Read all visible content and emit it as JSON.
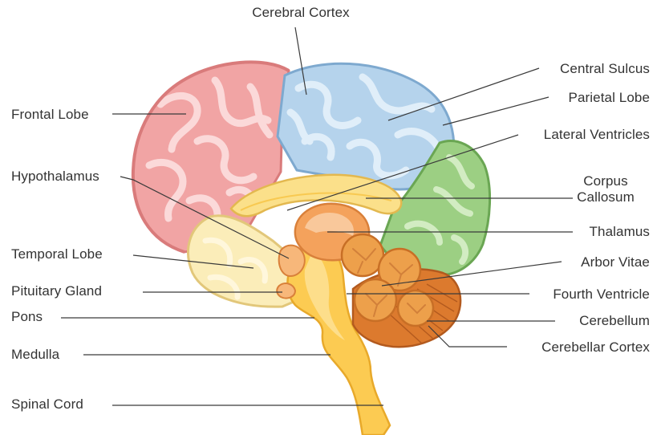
{
  "labels": {
    "cerebral_cortex": "Cerebral Cortex",
    "frontal_lobe": "Frontal Lobe",
    "hypothalamus": "Hypothalamus",
    "temporal_lobe": "Temporal Lobe",
    "pituitary_gland": "Pituitary Gland",
    "pons": "Pons",
    "medulla": "Medulla",
    "spinal_cord": "Spinal Cord",
    "central_sulcus": "Central Sulcus",
    "parietal_lobe": "Parietal Lobe",
    "lateral_ventricles": "Lateral Ventricles",
    "corpus_callosum_line1": "Corpus",
    "corpus_callosum_line2": "Callosum",
    "thalamus": "Thalamus",
    "arbor_vitae": "Arbor Vitae",
    "fourth_ventricle": "Fourth Ventricle",
    "cerebellum": "Cerebellum",
    "cerebellar_cortex": "Cerebellar Cortex"
  },
  "colors": {
    "frontal_lobe": "#f1a4a4",
    "parietal_lobe": "#b5d3ec",
    "occipital_lobe": "#9ccf83",
    "temporal_lobe": "#fbedb9",
    "corpus_callosum": "#fbe08a",
    "thalamus": "#f4a25c",
    "brainstem": "#fccb52",
    "cerebellum": "#eda04b",
    "cerebellar_cortex": "#dc7a2e",
    "leader_line": "#3a3a3a",
    "label_text": "#333333"
  }
}
